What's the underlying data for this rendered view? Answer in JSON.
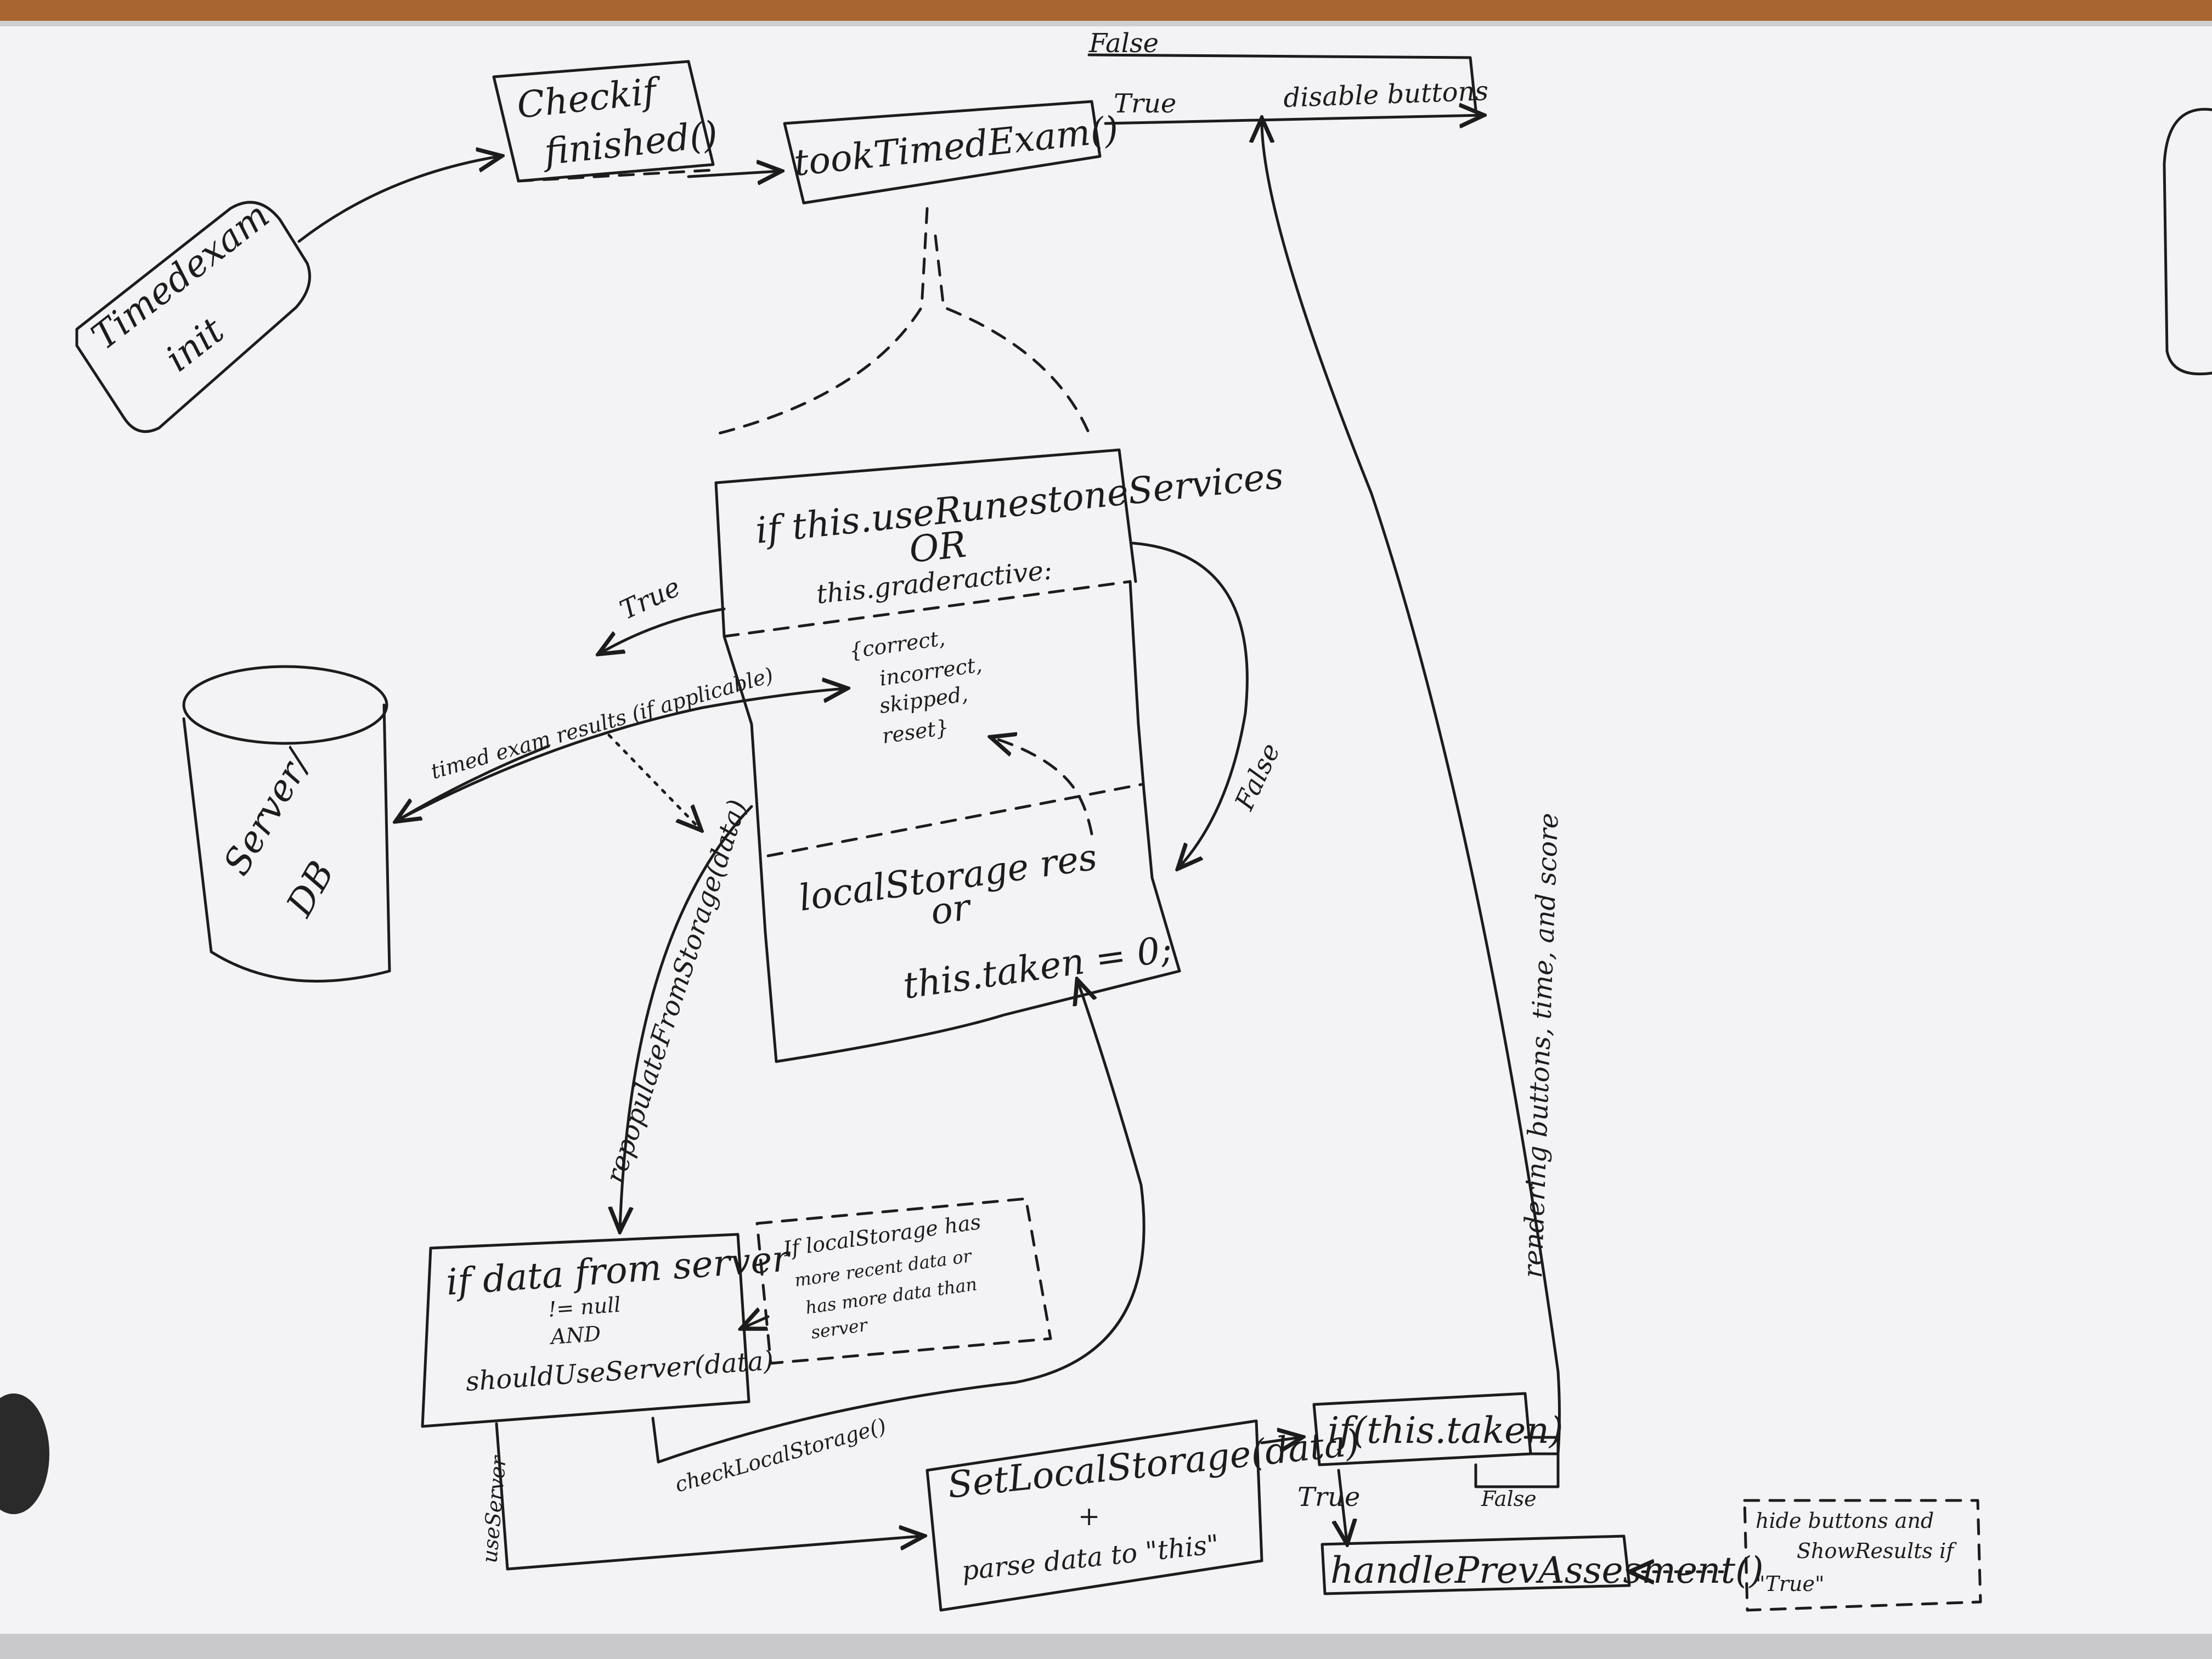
{
  "nodes": {
    "timed_exam_init": [
      "Timedexam",
      "init"
    ],
    "check_if_finished": [
      "Checkif",
      "finished()"
    ],
    "took_timed_exam": "tookTimedExam()",
    "use_runestone": [
      "if this.useRunestoneServices",
      "OR",
      "this.graderactive:"
    ],
    "result_keys": [
      "{correct,",
      "incorrect,",
      "skipped,",
      "reset}"
    ],
    "local_storage": [
      "localStorage res",
      "or",
      "this.taken = 0;"
    ],
    "server_db": [
      "Server/",
      "DB"
    ],
    "data_from_server": [
      "if data from server",
      "!= null",
      "AND",
      "shouldUseServer(data)"
    ],
    "local_storage_note": [
      "If localStorage has",
      "more recent data or",
      "has more data than",
      "server"
    ],
    "set_local_storage": [
      "SetLocalStorage(data)",
      "+",
      "parse data to \"this\""
    ],
    "if_taken": "if(this.taken)",
    "handle_prev": "handlePrevAssesment()",
    "hide_buttons_note": [
      "hide buttons and",
      "ShowResults if",
      "\"True\""
    ]
  },
  "edge_labels": {
    "false_top": "False",
    "true_top": "True",
    "disable_buttons": "disable buttons",
    "true_runestone": "True",
    "timed_exam_results": "timed exam results (if applicable)",
    "false_right": "False",
    "repopulate": "repopulateFromStorage(data)",
    "check_local_storage": "checkLocalStorage()",
    "use_server": "useServer",
    "true_taken": "True",
    "false_taken": "False",
    "rendering": "rendering buttons, time, and score"
  },
  "colors": {
    "ink": "#1c1c1c",
    "board": "#f3f3f5",
    "frame": "#a8652f"
  }
}
